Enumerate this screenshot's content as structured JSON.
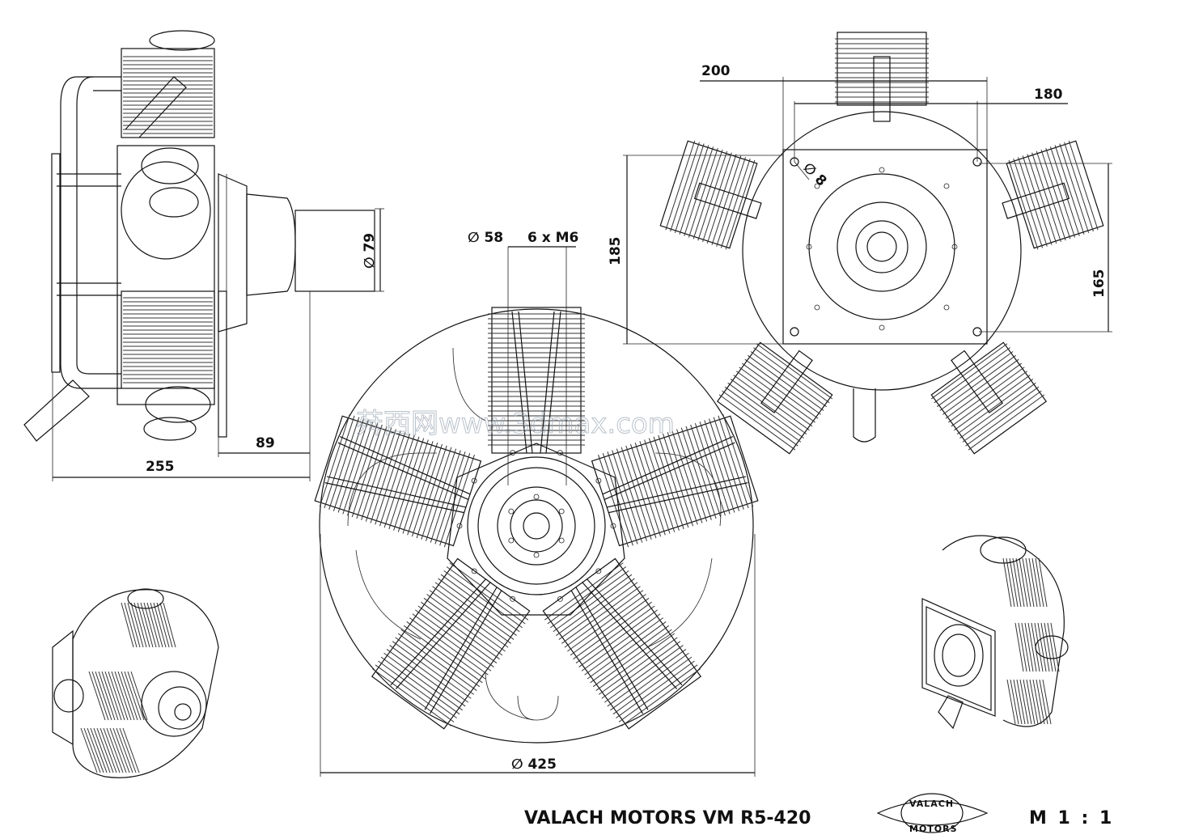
{
  "title_block": {
    "title": "VALACH MOTORS  VM R5-420",
    "scale": "M 1 : 1",
    "logo_top": "VALACH",
    "logo_bottom": "MOTORS"
  },
  "dimensions": {
    "side_total_length": "255",
    "side_shaft_length": "89",
    "side_shaft_diameter": "∅ 79",
    "front_overall_diameter": "∅ 425",
    "front_bolt_circle": "∅ 58",
    "front_bolts": "6 x M6",
    "rear_plate_width": "200",
    "rear_hole_spacing_x": "180",
    "rear_plate_height": "185",
    "rear_hole_spacing_y": "165",
    "rear_hole_diameter": "∅ 8"
  },
  "watermark": "荈西网www.3dmax.com"
}
